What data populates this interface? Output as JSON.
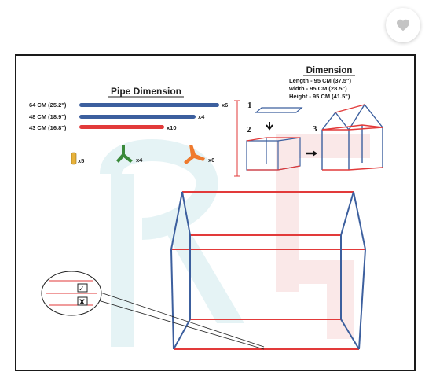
{
  "wishlist": {
    "icon": "heart-icon",
    "color": "#c4c4c4"
  },
  "product_image": {
    "pipe_section": {
      "title": "Pipe Dimension",
      "pipes": [
        {
          "label": "64 CM (25.2\")",
          "qty": "x6",
          "color": "#3c5f9e"
        },
        {
          "label": "48 CM (18.9\")",
          "qty": "x4",
          "color": "#3c5f9e"
        },
        {
          "label": "43 CM (16.8\")",
          "qty": "x10",
          "color": "#e23a3a"
        }
      ],
      "connectors": [
        {
          "name": "straight-connector",
          "qty": "x5",
          "color": "#e8b23a"
        },
        {
          "name": "three-way-connector",
          "qty": "x4",
          "color": "#3a8a3a"
        },
        {
          "name": "corner-connector",
          "qty": "x6",
          "color": "#ef7a2e"
        }
      ]
    },
    "dimension_section": {
      "title": "Dimension",
      "lines": [
        "Length - 95 CM (37.5\")",
        "width - 95 CM (28.5\")",
        "Height - 95 CM (41.5\")"
      ]
    },
    "steps": [
      "1",
      "2",
      "3"
    ],
    "zoom_marks": [
      "✓",
      "X"
    ]
  }
}
